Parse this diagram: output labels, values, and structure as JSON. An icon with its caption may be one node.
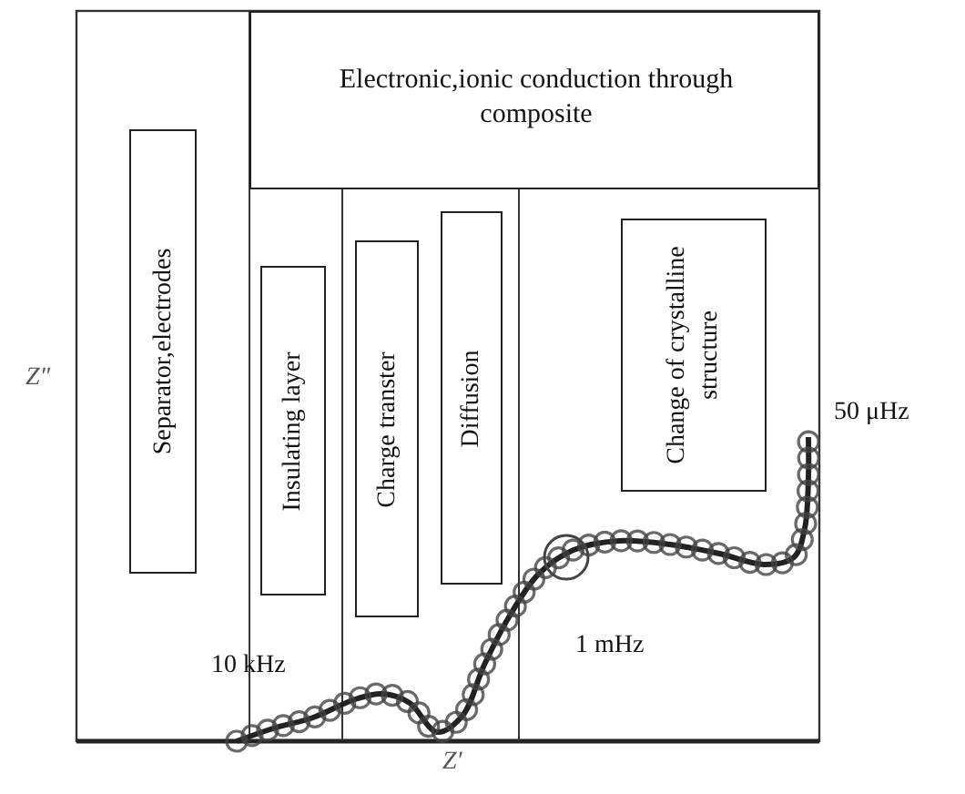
{
  "diagram": {
    "nodes": [
      {
        "text": [
          "Electronic,ionic conduction through composite"
        ]
      },
      {
        "text": [
          "Separator,electrodes"
        ]
      },
      {
        "text": [
          "Insulating layer"
        ]
      },
      {
        "text": [
          "Charge transter"
        ]
      },
      {
        "text": [
          "Diffusion"
        ]
      },
      {
        "text": [
          "Change of crystalline structure"
        ]
      }
    ],
    "labels": [
      "Z″",
      "50 μHz",
      "10 kHz",
      "1 mHz",
      "Z′"
    ]
  }
}
